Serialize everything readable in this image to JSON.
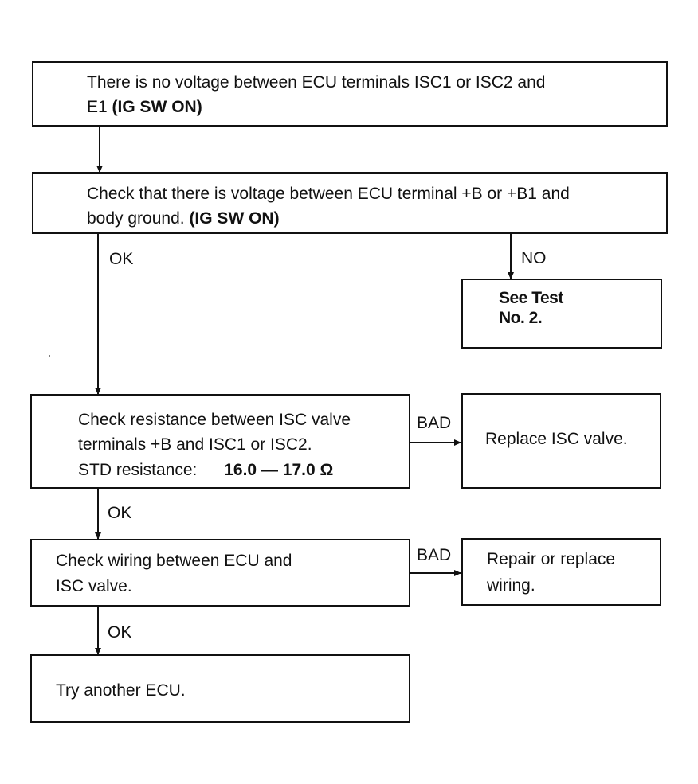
{
  "boxes": {
    "step1": {
      "line1": "There is no voltage between ECU terminals ISC1 or ISC2 and",
      "line2_plain": "E1 ",
      "line2_bold": "(IG SW ON)"
    },
    "step2": {
      "line1": "Check that there is voltage between ECU terminal +B or +B1 and",
      "line2_plain": "body ground.  ",
      "line2_bold": "(IG SW ON)"
    },
    "see_test": {
      "line1": "See Test",
      "line2": "No. 2."
    },
    "step3": {
      "line1": "Check resistance between ISC valve",
      "line2": "terminals +B and ISC1 or ISC2.",
      "line3_label": "STD resistance:",
      "line3_value": "16.0 — 17.0 Ω"
    },
    "replace_isc": {
      "line1": "Replace ISC valve."
    },
    "step4": {
      "line1": "Check wiring between ECU and",
      "line2": "ISC valve."
    },
    "repair_wiring": {
      "line1": "Repair or replace",
      "line2": "wiring."
    },
    "step5": {
      "line1": "Try another ECU."
    }
  },
  "labels": {
    "ok1": "OK",
    "no1": "NO",
    "bad1": "BAD",
    "ok2": "OK",
    "bad2": "BAD",
    "ok3": "OK"
  }
}
